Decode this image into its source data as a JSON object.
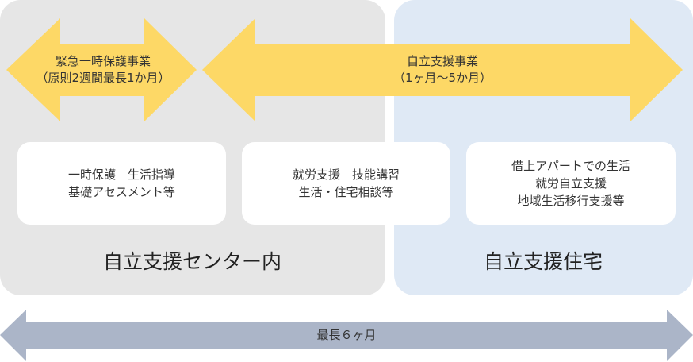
{
  "colors": {
    "center_panel": "#e6e6e6",
    "house_panel": "#dfe9f5",
    "yellow_arrow": "#fdd866",
    "period_arrow": "#abb5c8"
  },
  "arrows": {
    "emergency": {
      "title": "緊急一時保護事業",
      "period": "（原則2週間最長1か月）"
    },
    "independence": {
      "title": "自立支援事業",
      "period": "（1ヶ月～5か月）"
    },
    "total": {
      "label": "最長６ヶ月"
    }
  },
  "boxes": [
    {
      "lines": [
        "一時保護　生活指導",
        "基礎アセスメント等"
      ]
    },
    {
      "lines": [
        "就労支援　技能講習",
        "生活・住宅相談等"
      ]
    },
    {
      "lines": [
        "借上アパートでの生活",
        "就労自立支援",
        "地域生活移行支援等"
      ]
    }
  ],
  "panels": {
    "center": "自立支援センター内",
    "house": "自立支援住宅"
  }
}
